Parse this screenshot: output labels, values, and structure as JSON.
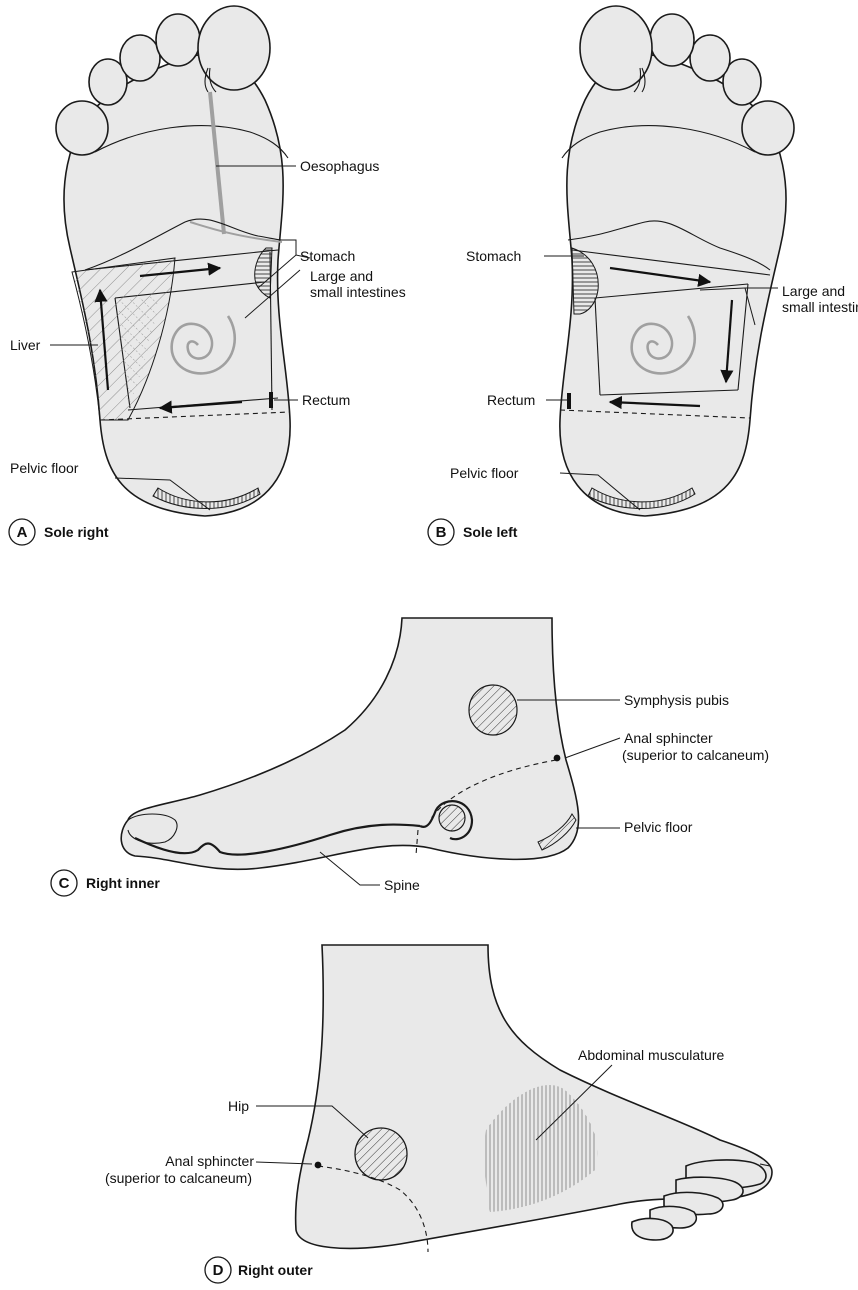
{
  "panels": {
    "A": {
      "letter": "A",
      "title": "Sole right",
      "labels": {
        "oesophagus": "Oesophagus",
        "stomach": "Stomach",
        "intestines_1": "Large and",
        "intestines_2": "small intestines",
        "liver": "Liver",
        "rectum": "Rectum",
        "pelvic_floor": "Pelvic floor"
      }
    },
    "B": {
      "letter": "B",
      "title": "Sole left",
      "labels": {
        "stomach": "Stomach",
        "intestines_1": "Large and",
        "intestines_2": "small intestines",
        "rectum": "Rectum",
        "pelvic_floor": "Pelvic floor"
      }
    },
    "C": {
      "letter": "C",
      "title": "Right inner",
      "labels": {
        "symphysis": "Symphysis pubis",
        "anal_1": "Anal sphincter",
        "anal_2": "(superior to calcaneum)",
        "pelvic_floor": "Pelvic floor",
        "spine": "Spine"
      }
    },
    "D": {
      "letter": "D",
      "title": "Right outer",
      "labels": {
        "abdominal": "Abdominal musculature",
        "hip": "Hip",
        "anal_1": "Anal sphincter",
        "anal_2": "(superior to calcaneum)"
      }
    }
  },
  "colors": {
    "skin": "#e9e9e9",
    "line": "#1a1a1a",
    "reflex_grey": "#9a9a9a"
  }
}
